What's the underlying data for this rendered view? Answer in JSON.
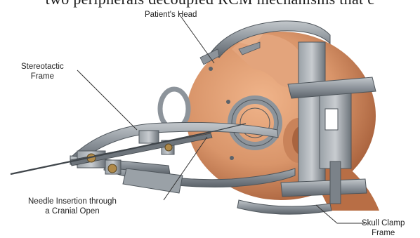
{
  "top_text": "two peripherals decoupled RCM mechanisms that c",
  "labels": {
    "patient_head": "Patient's Head",
    "stereotactic_frame": [
      "Stereotactic",
      "Frame"
    ],
    "needle_insertion": [
      "Needle Insertion through",
      "a Cranial Open"
    ],
    "skull_clamp": [
      "Skull Clamp",
      "Frame"
    ]
  },
  "colors": {
    "skin": "#d9956a",
    "skin_shadow": "#b86e45",
    "metal": "#8d949b",
    "metal_light": "#c3c8cc",
    "metal_dark": "#5c636a",
    "leader": "#333333"
  }
}
